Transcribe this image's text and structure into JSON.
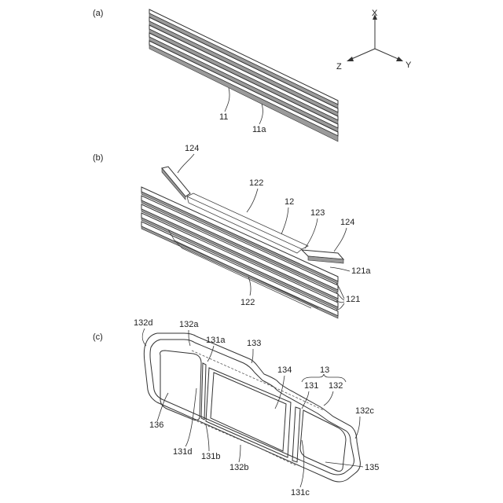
{
  "panels": {
    "a": {
      "label": "(a)"
    },
    "b": {
      "label": "(b)"
    },
    "c": {
      "label": "(c)"
    }
  },
  "axes": {
    "x": "X",
    "y": "Y",
    "z": "Z"
  },
  "refs": {
    "r11": "11",
    "r11a": "11a",
    "r12": "12",
    "r121": "121",
    "r121a": "121a",
    "r122": "122",
    "r123": "123",
    "r124": "124",
    "r13": "13",
    "r131": "131",
    "r131a": "131a",
    "r131b": "131b",
    "r131c": "131c",
    "r131d": "131d",
    "r132": "132",
    "r132a": "132a",
    "r132b": "132b",
    "r132c": "132c",
    "r132d": "132d",
    "r133": "133",
    "r134": "134",
    "r135": "135",
    "r136": "136"
  }
}
